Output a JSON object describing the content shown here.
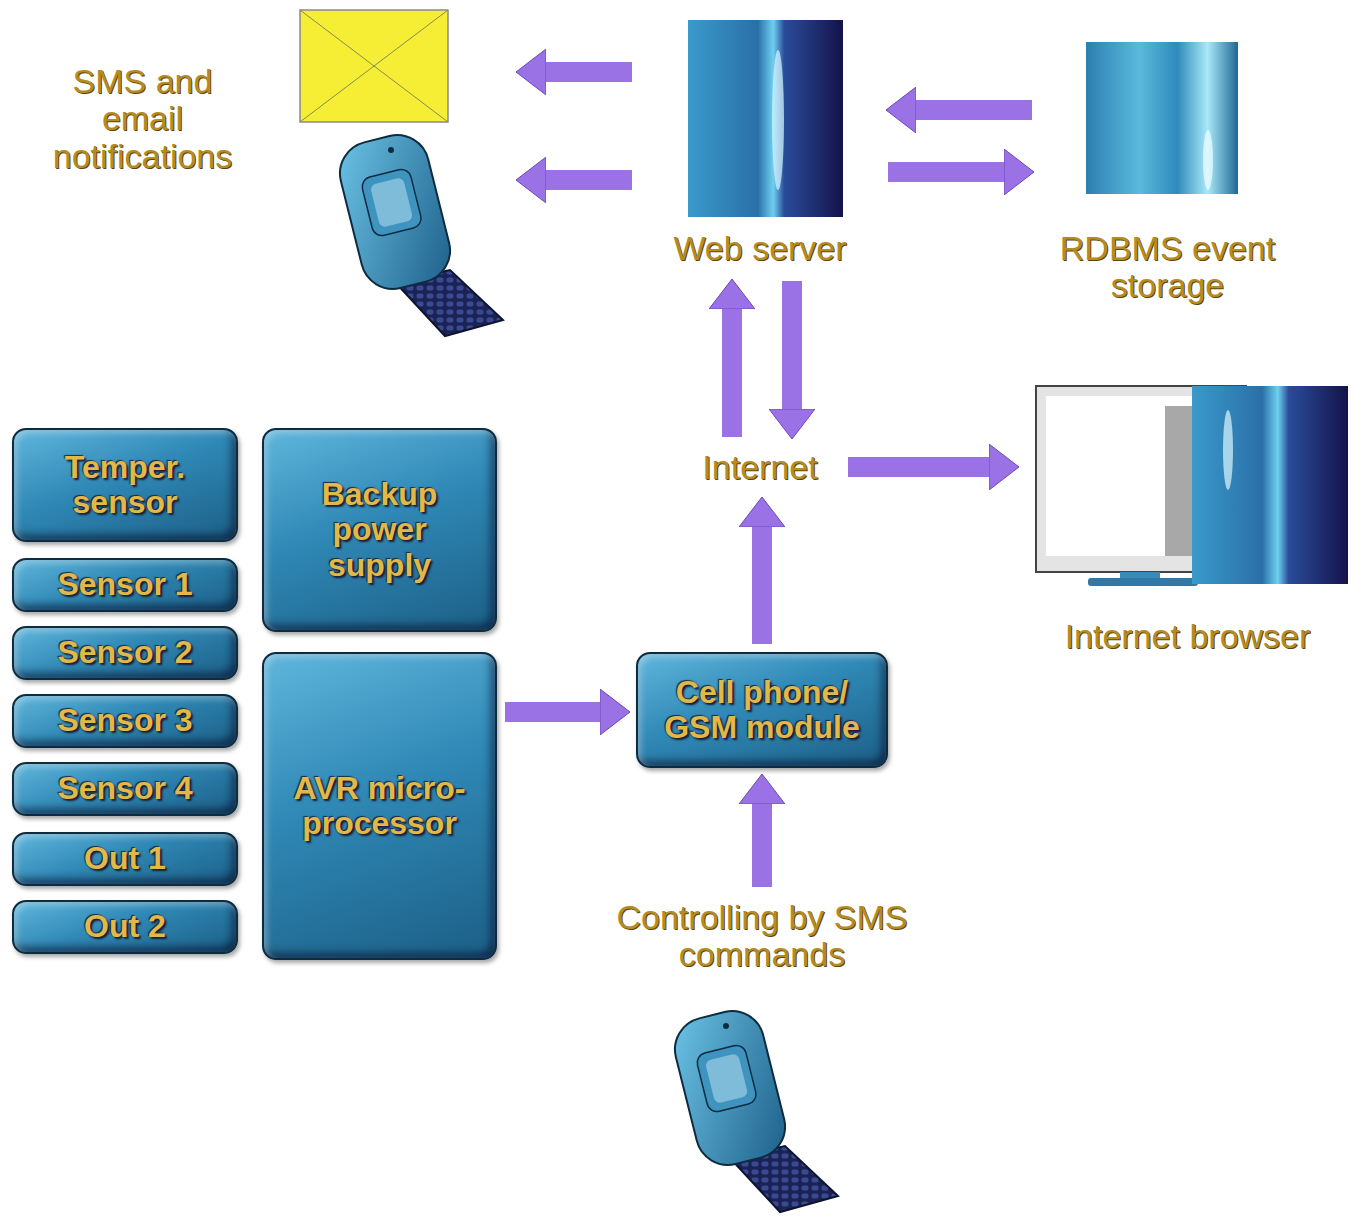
{
  "diagram": {
    "nodes": [
      {
        "text": [
          "Temper. sensor"
        ]
      },
      {
        "text": [
          "Sensor 1"
        ]
      },
      {
        "text": [
          "Sensor 2"
        ]
      },
      {
        "text": [
          "Sensor 3"
        ]
      },
      {
        "text": [
          "Sensor 4"
        ]
      },
      {
        "text": [
          "Out 1"
        ]
      },
      {
        "text": [
          "Out 2"
        ]
      },
      {
        "text": [
          "Backup power supply"
        ]
      },
      {
        "text": [
          "AVR micro-processor"
        ]
      },
      {
        "text": [
          "Cell phone/ GSM module"
        ]
      },
      {
        "text": [
          "Web server"
        ]
      },
      {
        "text": [
          "RDBMS event storage"
        ]
      },
      {
        "text": [
          "Internet"
        ]
      },
      {
        "text": [
          "Internet browser"
        ]
      },
      {
        "text": [
          "SMS and email notifications"
        ]
      },
      {
        "text": [
          "Controlling by SMS commands"
        ]
      }
    ],
    "edges": [
      {
        "from": 8,
        "to": 9,
        "arrow": "to"
      },
      {
        "from": 15,
        "to": 9,
        "arrow": "to"
      },
      {
        "from": 9,
        "to": 12,
        "arrow": "to"
      },
      {
        "from": 12,
        "to": 10,
        "arrow": "to"
      },
      {
        "from": 10,
        "to": 12,
        "arrow": "to"
      },
      {
        "from": 12,
        "to": 13,
        "arrow": "to"
      },
      {
        "from": 11,
        "to": 10,
        "arrow": "to"
      },
      {
        "from": 10,
        "to": 11,
        "arrow": "to"
      },
      {
        "from": 10,
        "to": 14,
        "arrow": "to"
      },
      {
        "from": 10,
        "to": 14,
        "arrow": "to"
      }
    ]
  }
}
